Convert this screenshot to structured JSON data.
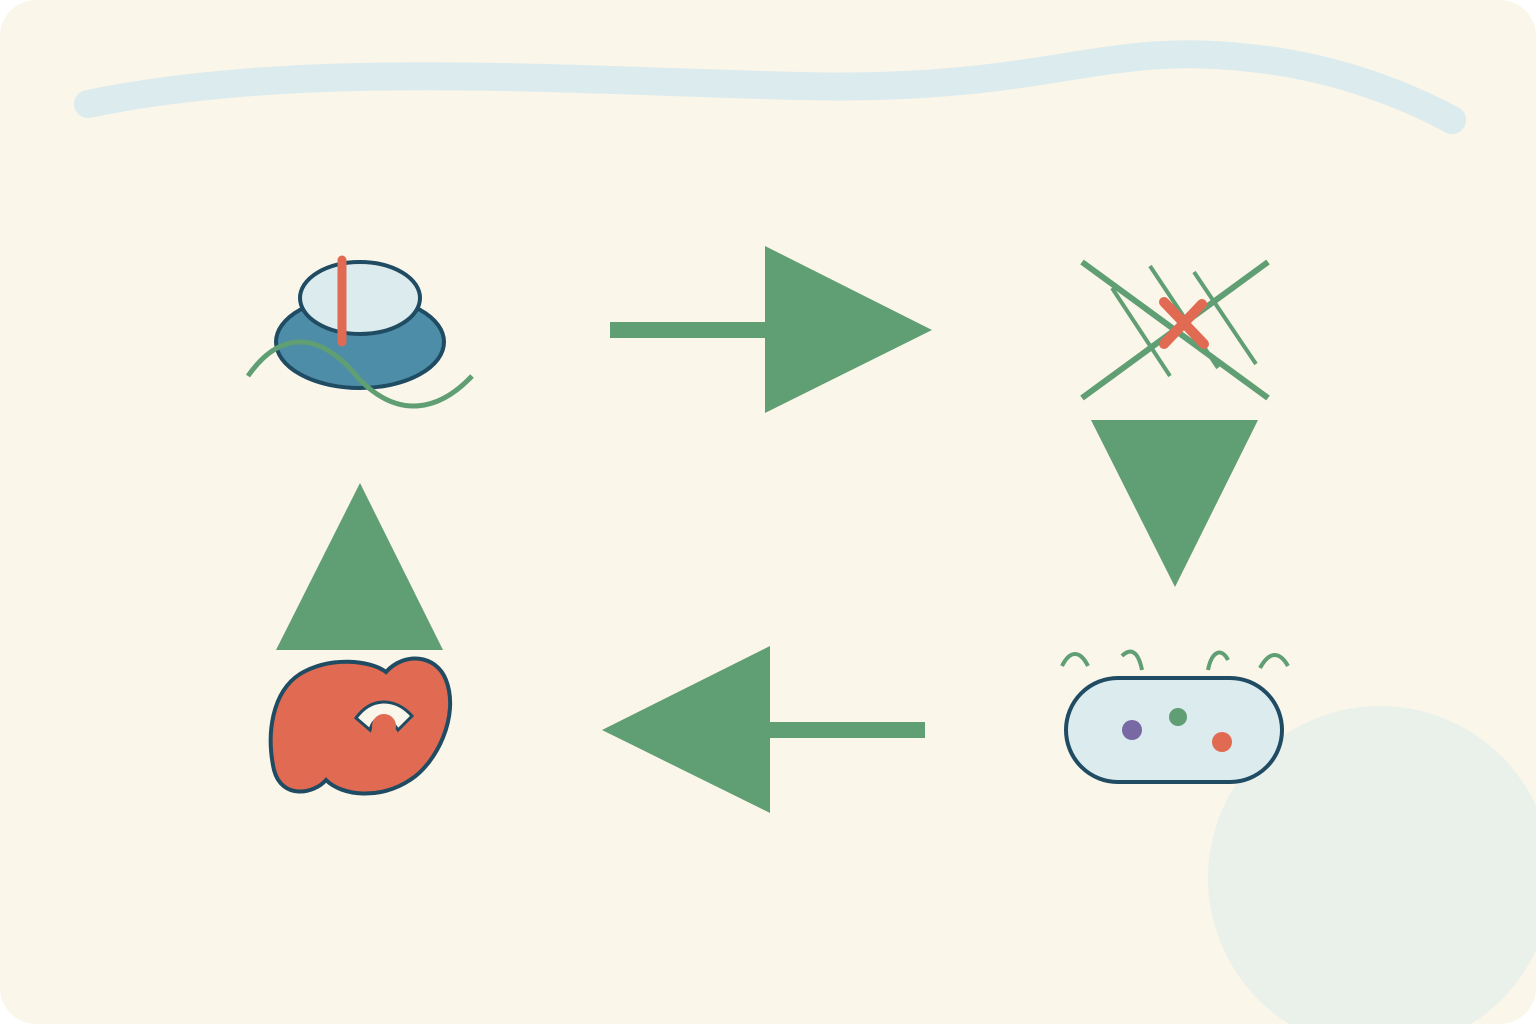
{
  "colors": {
    "background": "#FBF6EA",
    "wave": "#DCEBEE",
    "corner_blob": "#EAF1EA",
    "arrow": "#609E74",
    "outline": "#1F4B63",
    "dark_fill": "#4D8DA8",
    "light_fill": "#DCEBEE",
    "accent_red": "#E06B52",
    "accent_purple": "#7868A4",
    "line_green": "#609E74"
  },
  "diagram": {
    "layout": "cycle",
    "nodes": [
      {
        "id": "stacked-disk",
        "icon": "stacked-disk-icon",
        "position": "top-left"
      },
      {
        "id": "crossed-lines",
        "icon": "crossed-lines-icon",
        "position": "top-right"
      },
      {
        "id": "capsule",
        "icon": "capsule-icon",
        "position": "bottom-right"
      },
      {
        "id": "blob",
        "icon": "blob-icon",
        "position": "bottom-left"
      }
    ],
    "edges": [
      {
        "from": "stacked-disk",
        "to": "crossed-lines",
        "direction": "right"
      },
      {
        "from": "crossed-lines",
        "to": "capsule",
        "direction": "down"
      },
      {
        "from": "capsule",
        "to": "blob",
        "direction": "left"
      },
      {
        "from": "blob",
        "to": "stacked-disk",
        "direction": "up"
      }
    ]
  }
}
